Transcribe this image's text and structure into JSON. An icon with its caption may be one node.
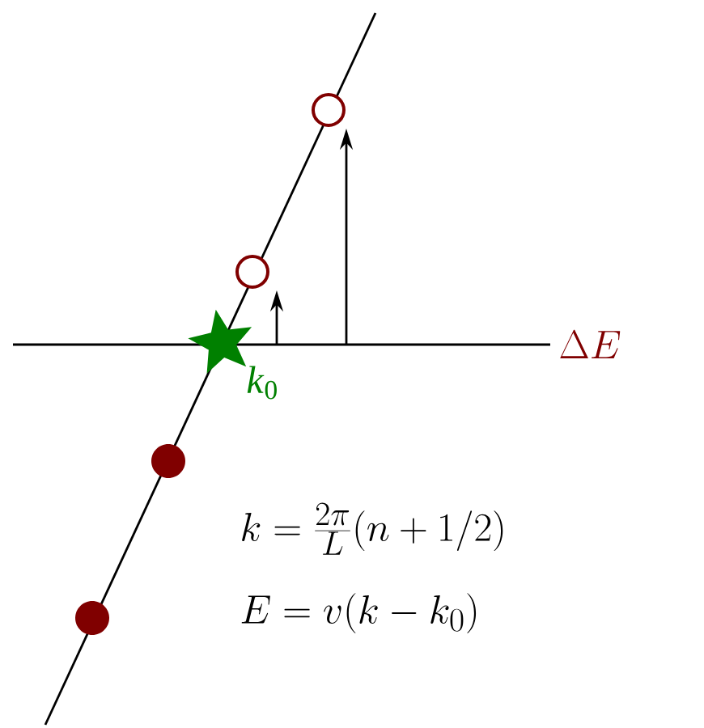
{
  "diagram": {
    "nodes": [
      {
        "text": [],
        "shape": "circle"
      },
      {
        "text": [],
        "shape": "circle"
      },
      {
        "text": [],
        "shape": "star",
        "beside": [
          "*k*$_{0}$"
        ]
      },
      {
        "text": [],
        "shape": "dot"
      },
      {
        "text": [],
        "shape": "dot"
      }
    ],
    "edges": [
      {
        "from": null,
        "to": 0,
        "arrow": "to"
      },
      {
        "from": null,
        "to": 1,
        "arrow": "to"
      }
    ],
    "labels": [
      "\\Delta E",
      "k=\\frac{2\\pi}{L}(n+1/2)",
      "E=v(k-k_0)"
    ]
  }
}
